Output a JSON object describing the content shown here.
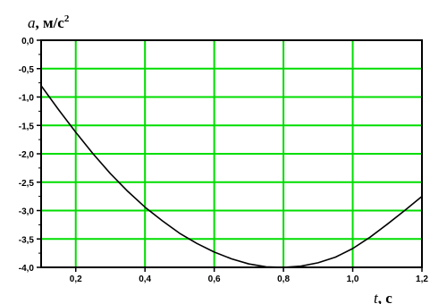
{
  "chart_data": {
    "type": "line",
    "xlabel": {
      "var": "t",
      "unit": ", с"
    },
    "ylabel": {
      "var": "a",
      "unit": ", м/с",
      "sup": "2"
    },
    "xlim": [
      0.1,
      1.2
    ],
    "ylim": [
      -4.0,
      0.0
    ],
    "xticks": [
      0.2,
      0.4,
      0.6,
      0.8,
      1.0,
      1.2
    ],
    "xtick_labels": [
      "0,2",
      "0,4",
      "0,6",
      "0,8",
      "1,0",
      "1,2"
    ],
    "yticks": [
      0.0,
      -0.5,
      -1.0,
      -1.5,
      -2.0,
      -2.5,
      -3.0,
      -3.5,
      -4.0
    ],
    "ytick_labels": [
      "0,0",
      "-0,5",
      "-1,0",
      "-1,5",
      "-2,0",
      "-2,5",
      "-3,0",
      "-3,5",
      "-4,0"
    ],
    "grid": true,
    "colors": {
      "grid": "#00dd00",
      "line": "#000000",
      "axes": "#000000"
    },
    "series": [
      {
        "x": [
          0.1,
          0.15,
          0.2,
          0.25,
          0.3,
          0.35,
          0.4,
          0.45,
          0.5,
          0.55,
          0.6,
          0.65,
          0.7,
          0.75,
          0.8,
          0.85,
          0.9,
          0.95,
          1.0,
          1.05,
          1.1,
          1.15,
          1.2
        ],
        "y": [
          -0.8,
          -1.22,
          -1.62,
          -2.0,
          -2.35,
          -2.66,
          -2.94,
          -3.18,
          -3.4,
          -3.58,
          -3.73,
          -3.85,
          -3.94,
          -3.99,
          -4.0,
          -3.98,
          -3.92,
          -3.82,
          -3.67,
          -3.47,
          -3.24,
          -3.0,
          -2.75
        ]
      }
    ]
  }
}
